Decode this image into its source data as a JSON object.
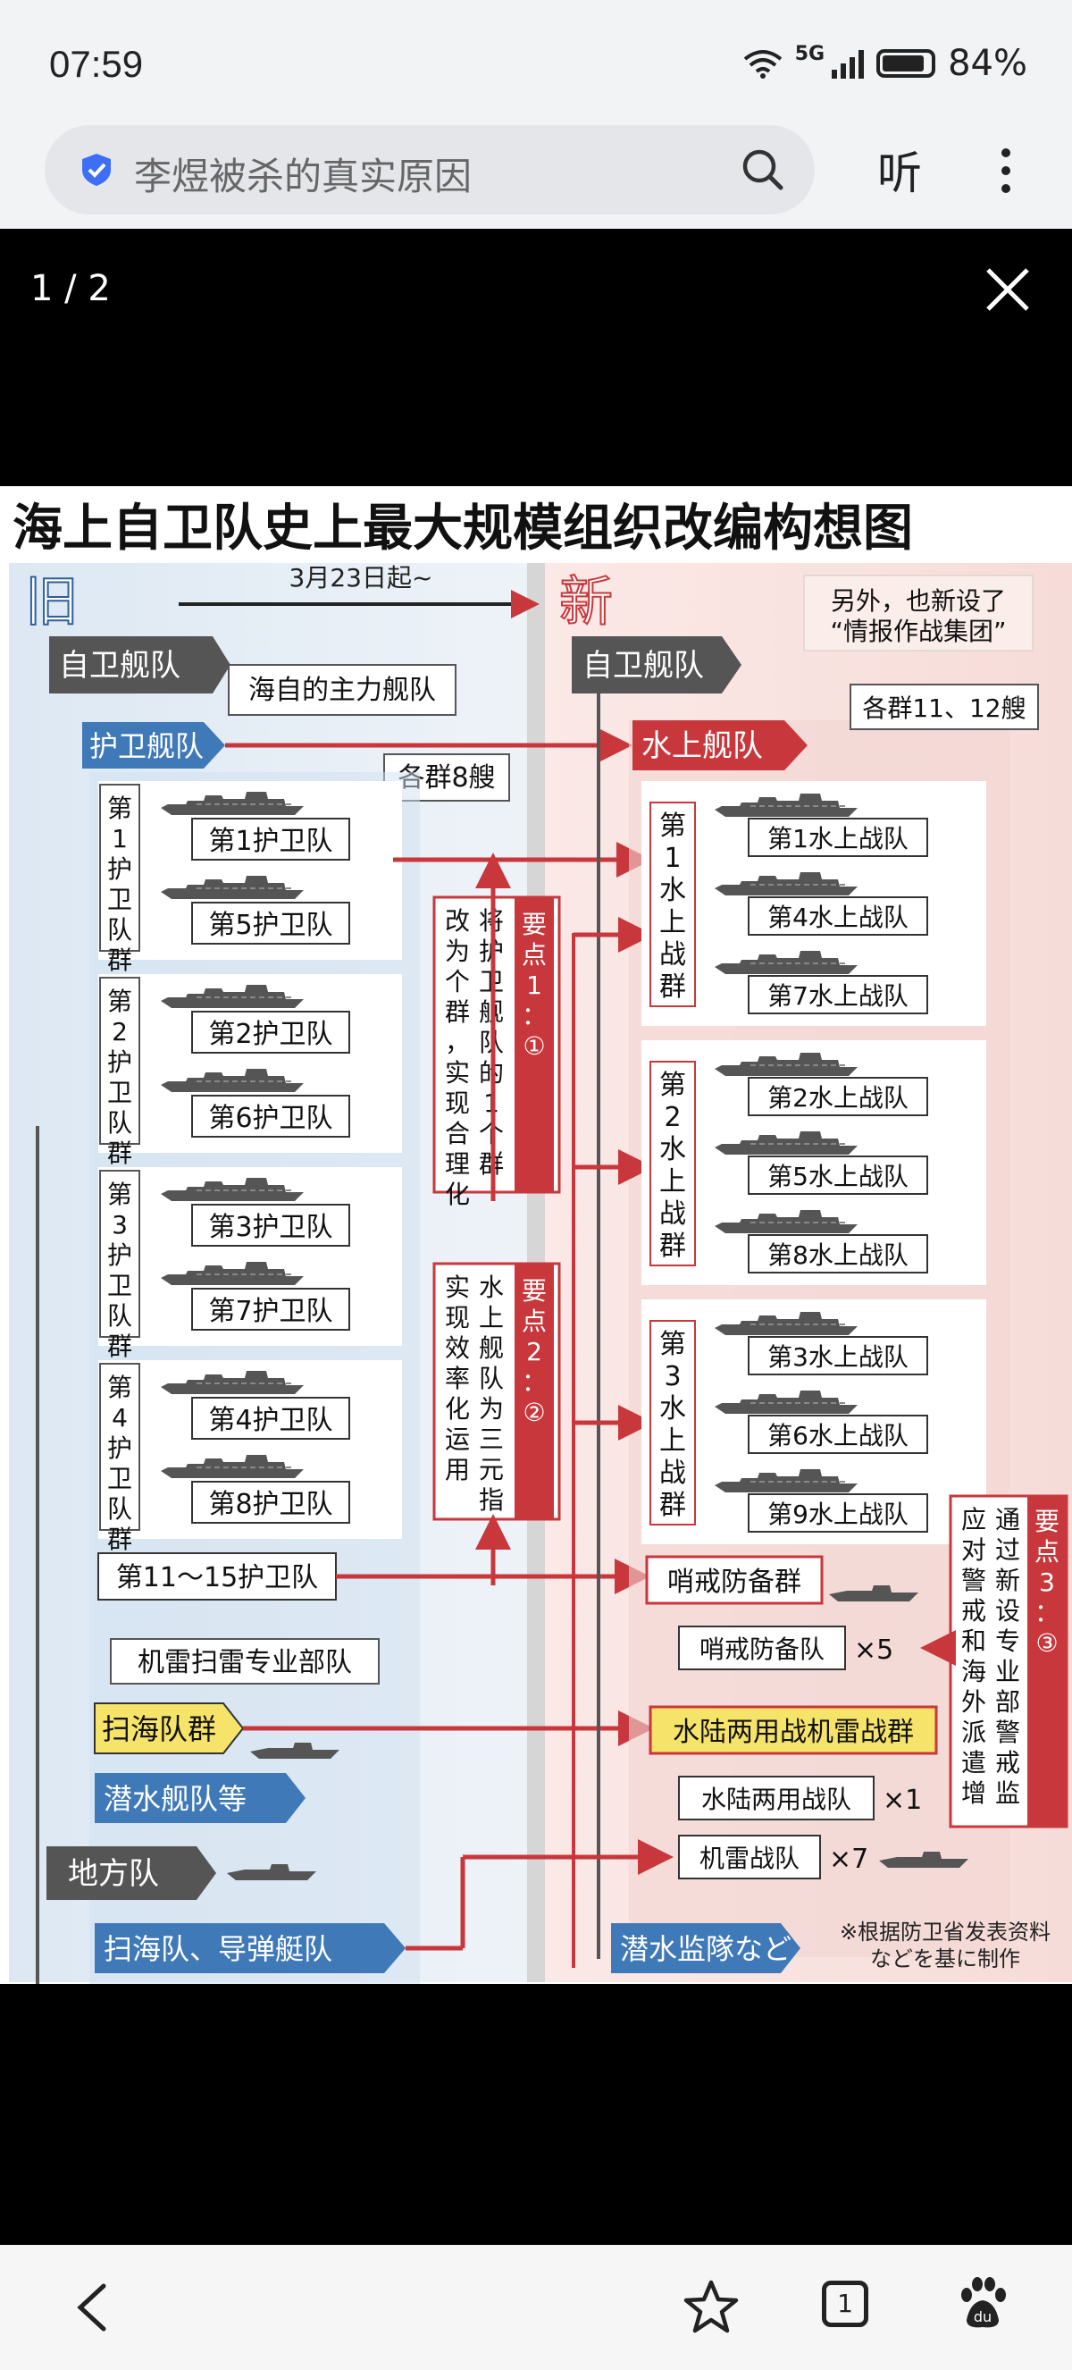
{
  "status_bar": {
    "time": "07:59",
    "network": "5G",
    "battery": "84%"
  },
  "search": {
    "query": "李煜被杀的真实原因"
  },
  "toolbar": {
    "listen_label": "听"
  },
  "viewer": {
    "counter": "1 / 2"
  },
  "infographic": {
    "title": "海上自卫队史上最大规模组织改编构想图",
    "old_label": "旧",
    "new_label": "新",
    "date_label": "3月23日起~",
    "note_top": [
      "另外，也新设了",
      "“情报作战集团”"
    ],
    "left": {
      "fleet": "自卫舰队",
      "main_callout": "海自的主力舰队",
      "escort_fleet": "护卫舰队",
      "per_group": "各群8艘",
      "groups": [
        {
          "label": "第1护卫队群",
          "units": [
            "第1护卫队",
            "第5护卫队"
          ]
        },
        {
          "label": "第2护卫队群",
          "units": [
            "第2护卫队",
            "第6护卫队"
          ]
        },
        {
          "label": "第3护卫队群",
          "units": [
            "第3护卫队",
            "第7护卫队"
          ]
        },
        {
          "label": "第4护卫队群",
          "units": [
            "第4护卫队",
            "第8护卫队"
          ]
        }
      ],
      "units_11_15": "第11～15护卫队",
      "mine_callout": "机雷扫雷专业部队",
      "minesweep_group": "扫海队群",
      "submarine": "潜水舰队等",
      "regional": "地方队",
      "regional_sub": "扫海队、导弹艇队"
    },
    "points": [
      {
        "title": "要点1：①",
        "body": "将护卫舰队的1个群改为个群，实现合理化"
      },
      {
        "title": "要点2：②",
        "body": "水上舰队为三元指挥实现效率化运用"
      },
      {
        "title": "要点3：③",
        "body": "通过新设专业部警戒监视应对警戒和海外派遣增加"
      }
    ],
    "right": {
      "fleet": "自卫舰队",
      "surface_fleet": "水上舰队",
      "per_group": "各群11、12艘",
      "groups": [
        {
          "label": "第1水上战群",
          "units": [
            "第1水上战队",
            "第4水上战队",
            "第7水上战队"
          ]
        },
        {
          "label": "第2水上战群",
          "units": [
            "第2水上战队",
            "第5水上战队",
            "第8水上战队"
          ]
        },
        {
          "label": "第3水上战群",
          "units": [
            "第3水上战队",
            "第6水上战队",
            "第9水上战队"
          ]
        }
      ],
      "patrol_group": "哨戒防备群",
      "patrol_unit": "哨戒防备队",
      "patrol_count": "×5",
      "amphib_group": "水陆两用战机雷战群",
      "amphib_unit": "水陆两用战队",
      "amphib_count": "×1",
      "mine_unit": "机雷战队",
      "mine_count": "×7",
      "submarine": "潜水监隊など",
      "source": [
        "※根据防卫省发表资料",
        "などを基に制作"
      ]
    }
  },
  "bottom_nav": [
    "back",
    "favorite",
    "tabs",
    "baidu"
  ],
  "tab_count": "1"
}
